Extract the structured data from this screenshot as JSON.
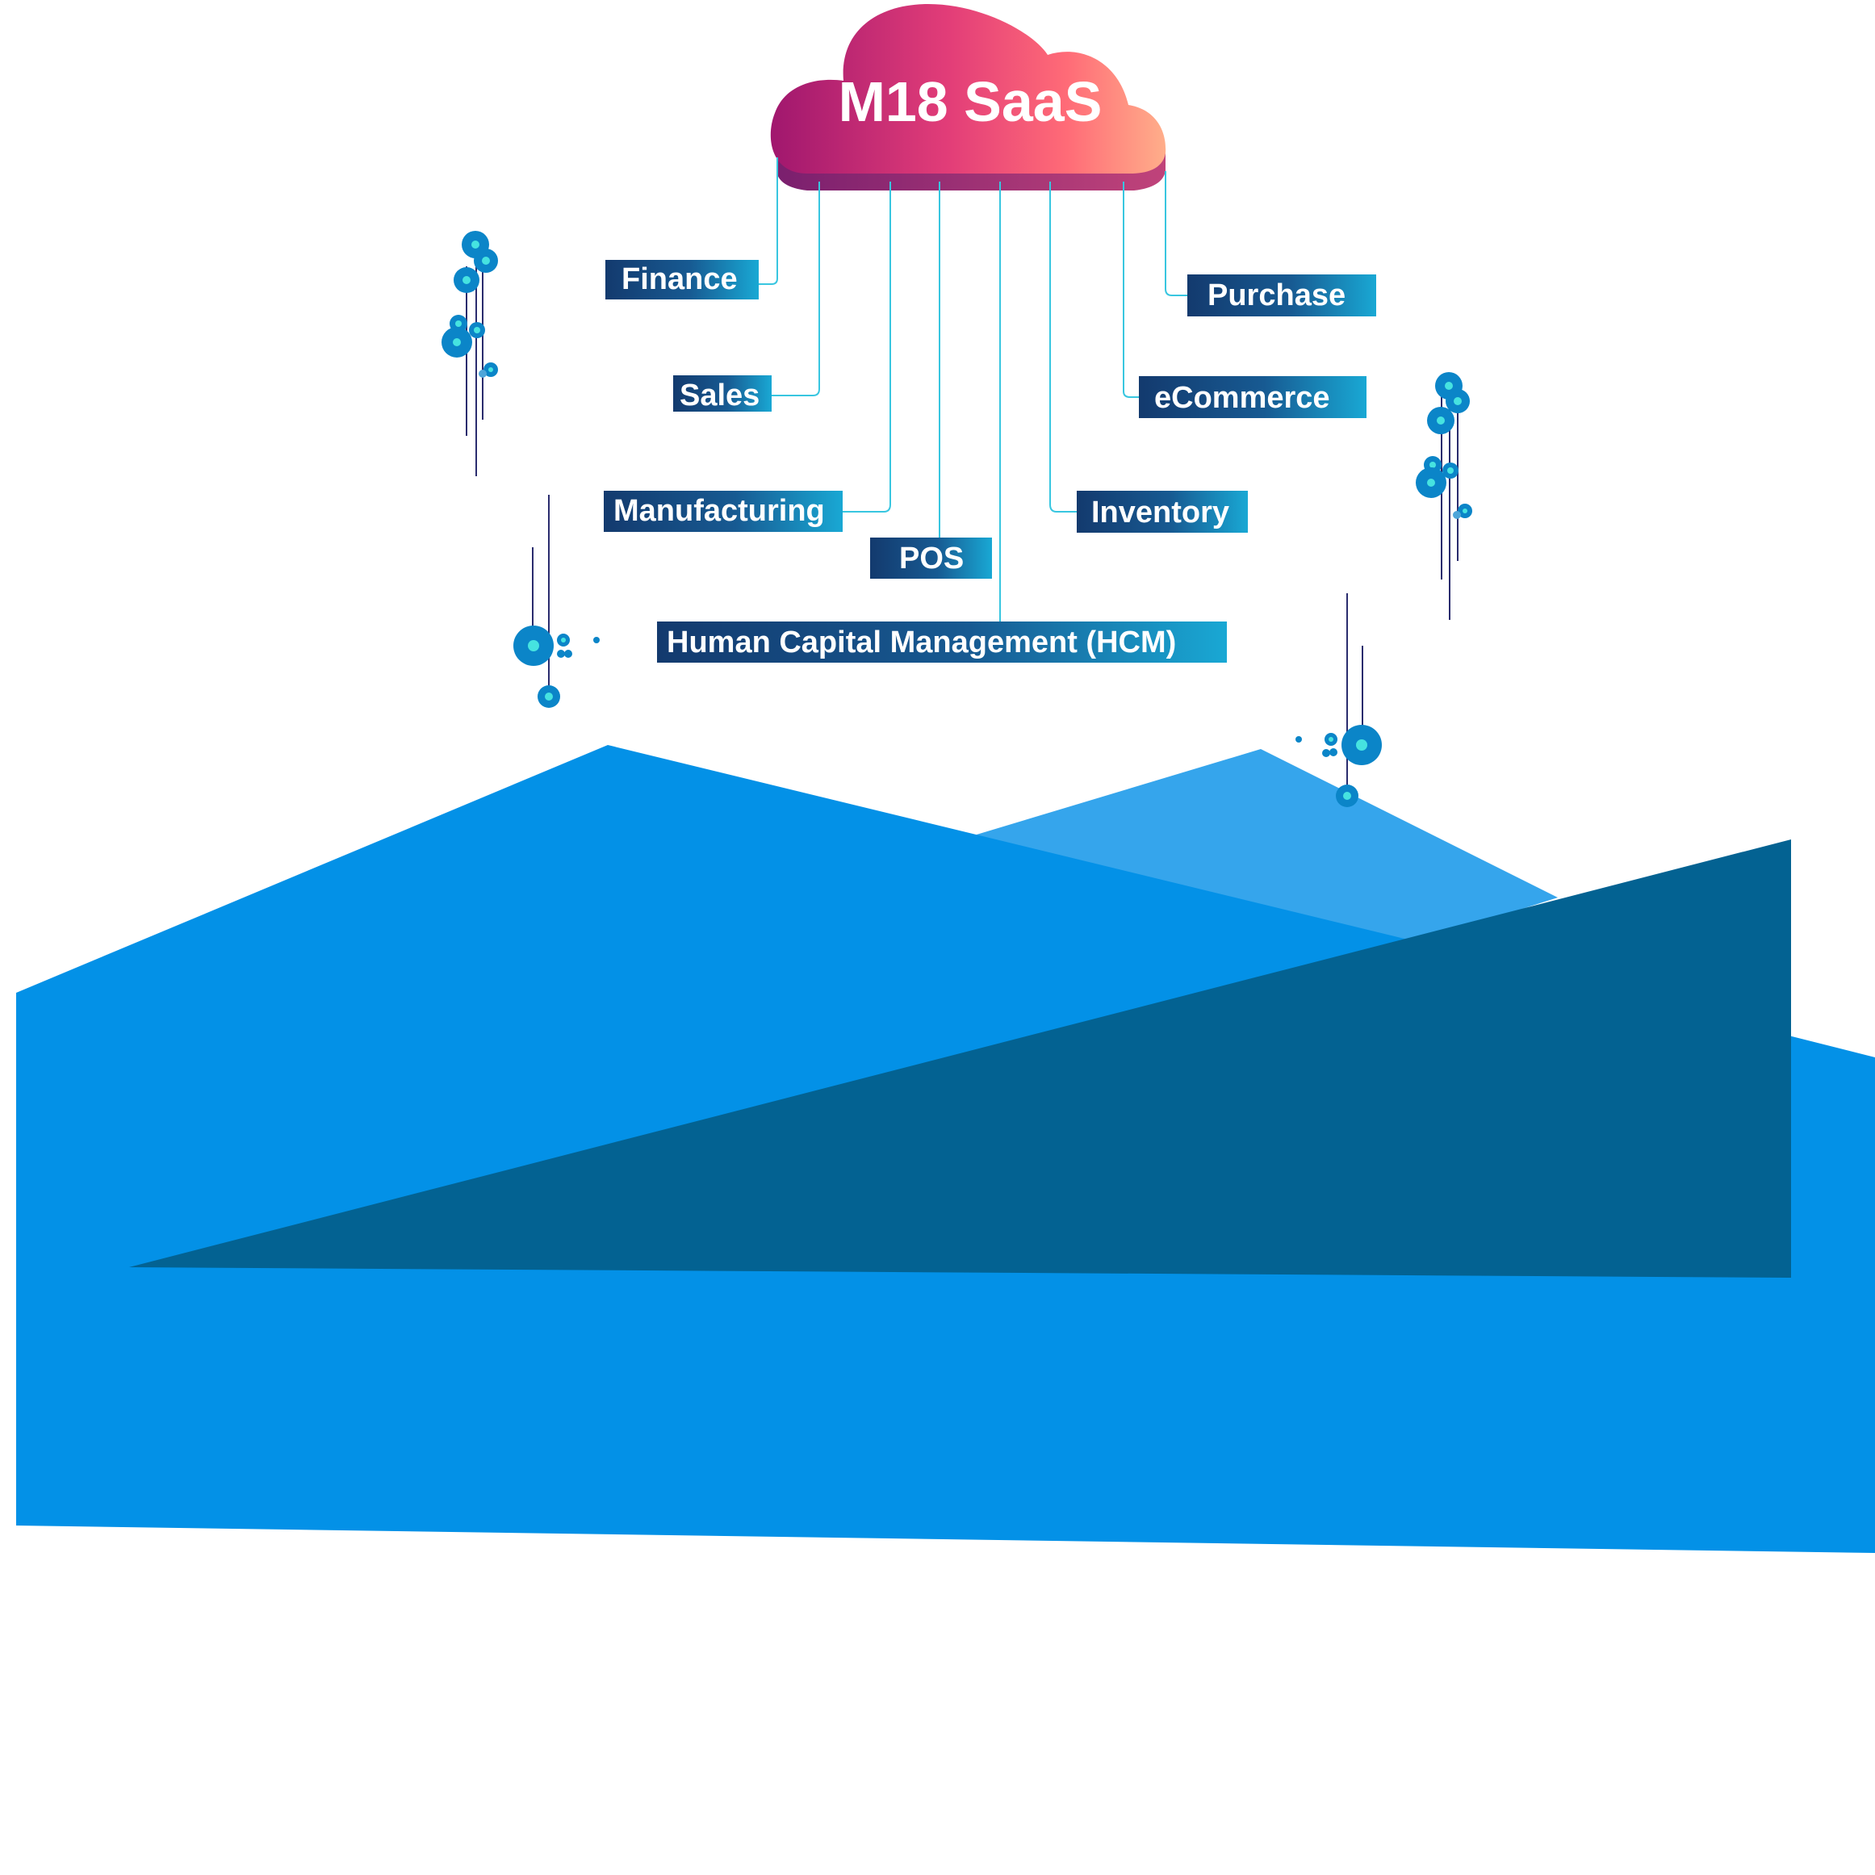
{
  "diagram": {
    "title": "M18 SaaS",
    "modules": [
      {
        "id": "finance",
        "label": "Finance"
      },
      {
        "id": "sales",
        "label": "Sales"
      },
      {
        "id": "manufacturing",
        "label": "Manufacturing"
      },
      {
        "id": "pos",
        "label": "POS"
      },
      {
        "id": "hcm",
        "label": "Human Capital Management (HCM)"
      },
      {
        "id": "inventory",
        "label": "Inventory"
      },
      {
        "id": "ecommerce",
        "label": "eCommerce"
      },
      {
        "id": "purchase",
        "label": "Purchase"
      }
    ]
  },
  "colors": {
    "cloud_gradient": [
      "#a0176e",
      "#e23d78",
      "#ff6b77",
      "#ffae8a"
    ],
    "cloud_base": "#7a1f6e",
    "label_gradient": [
      "#133a6e",
      "#19a8d4"
    ],
    "connector": "#38c6e0",
    "mountain_main": "#0391e7",
    "mountain_light": "#35a5ec",
    "mountain_dark": "#036292",
    "node": "#0b85c8",
    "node_center": "#46e3e0",
    "stem": "#2a2c6e"
  }
}
